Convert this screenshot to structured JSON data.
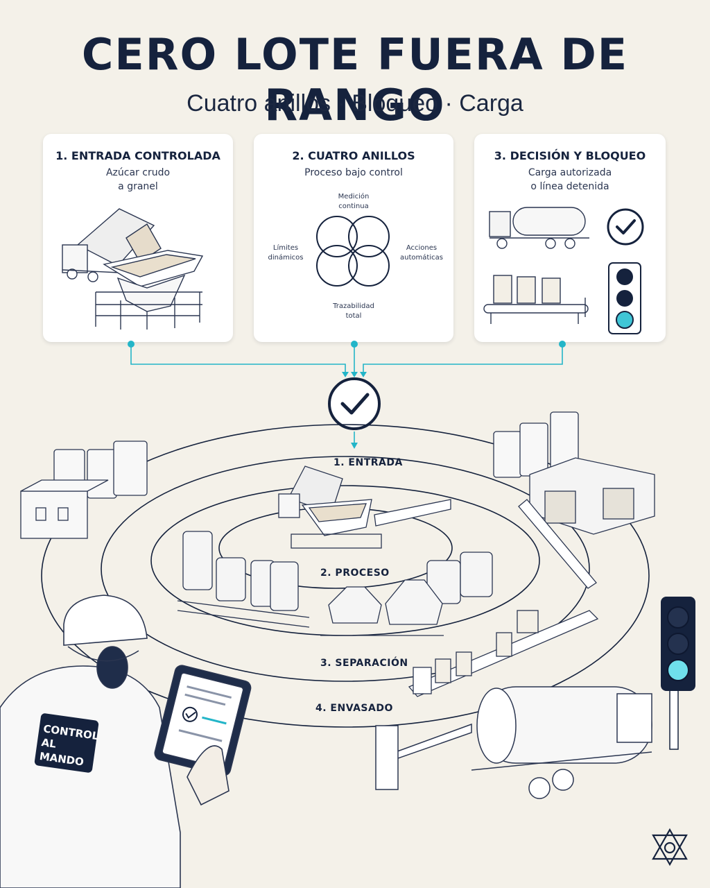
{
  "header": {
    "title": "CERO LOTE FUERA DE RANGO",
    "subtitle": "Cuatro anillos · Bloqueo · Carga"
  },
  "cards": [
    {
      "title": "1. ENTRADA CONTROLADA",
      "sub1": "Azúcar crudo",
      "sub2": "a granel"
    },
    {
      "title": "2. CUATRO ANILLOS",
      "sub1": "Proceso bajo control",
      "sub2": ""
    },
    {
      "title": "3. DECISIÓN Y BLOQUEO",
      "sub1": "Carga autorizada",
      "sub2": "o línea detenida"
    }
  ],
  "rings": {
    "top1": "Medición",
    "top2": "continua",
    "left1": "Límites",
    "left2": "dinámicos",
    "right1": "Acciones",
    "right2": "automáticas",
    "bottom1": "Trazabilidad",
    "bottom2": "total"
  },
  "stages": {
    "entrada": "1. ENTRADA",
    "proceso": "2. PROCESO",
    "separacion": "3. SEPARACIÓN",
    "envasado": "4. ENVASADO"
  },
  "badge": {
    "line1": "CONTROL",
    "line2": "AL MANDO"
  },
  "colors": {
    "navy": "#15223d",
    "accent": "#23b5c8",
    "background": "#f4f1e9",
    "light_cyan": "#6fe0ec"
  },
  "icons": [
    "check-circle-icon",
    "traffic-light-icon",
    "logo-icon"
  ]
}
